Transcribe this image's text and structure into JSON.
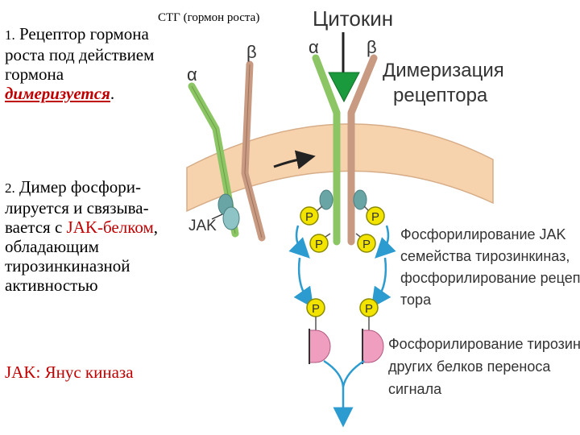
{
  "left": {
    "p1_number": "1.",
    "p1_text": "Рецептор гормона роста под действием гормона",
    "p1_red": "димеризуется",
    "p1_end": ".",
    "p2_number": "2.",
    "p2_text": "Димер фосфори-лируется и связыва-вается с",
    "p2_red": "JAK-белком",
    "p2_end": ", обладающим тирозинкиназной активностью",
    "p3": "JAK: Янус киназа"
  },
  "diagram": {
    "stg": "СТГ (гормон роста)",
    "cytokine": "Цитокин",
    "alpha": "α",
    "beta": "β",
    "dimer_line1": "Димеризация",
    "dimer_line2": "рецептора",
    "jak": "JAK",
    "p": "P",
    "phos1_line1": "Фосфорилирование JAK",
    "phos1_line2": "семейства тирозинкиназ,",
    "phos1_line3": "фосфорилирование рецеп-",
    "phos1_line4": "тора",
    "phos2_line1": "Фосфорилирование тирозина",
    "phos2_line2": "других белков переноса",
    "phos2_line3": "сигнала"
  },
  "colors": {
    "membrane": "#f7d3ad",
    "alpha_chain": "#8cc564",
    "beta_chain": "#c89a82",
    "jak": "#6aa5a6",
    "phosphate": "#f3e400",
    "pink_protein": "#ef9ec0",
    "arrow_blue": "#2c9bd0",
    "ligand_green": "#1a9a3c",
    "red_text": "#c00000"
  }
}
